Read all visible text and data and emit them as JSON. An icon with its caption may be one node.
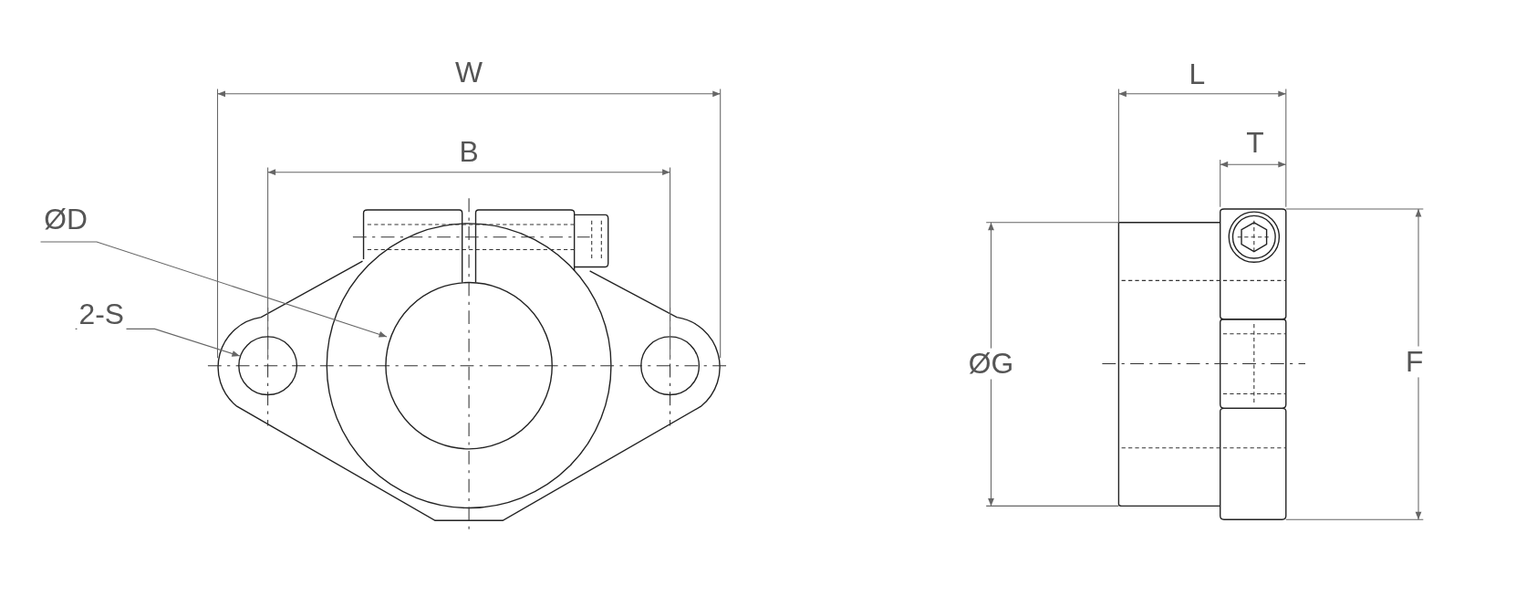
{
  "diagram": {
    "nodes": [
      {
        "text": [
          "ØD"
        ]
      },
      {
        "text": [
          "2-S"
        ]
      },
      {
        "text": [],
        "shape": "circle"
      },
      {
        "text": [],
        "shape": "circle"
      }
    ],
    "edges": [
      {
        "from": 0,
        "to": 2,
        "arrow": "to"
      },
      {
        "from": 1,
        "to": 3,
        "arrow": "to"
      }
    ],
    "labels": [
      "W",
      "B",
      "L",
      "T",
      "ØG",
      "F"
    ]
  }
}
